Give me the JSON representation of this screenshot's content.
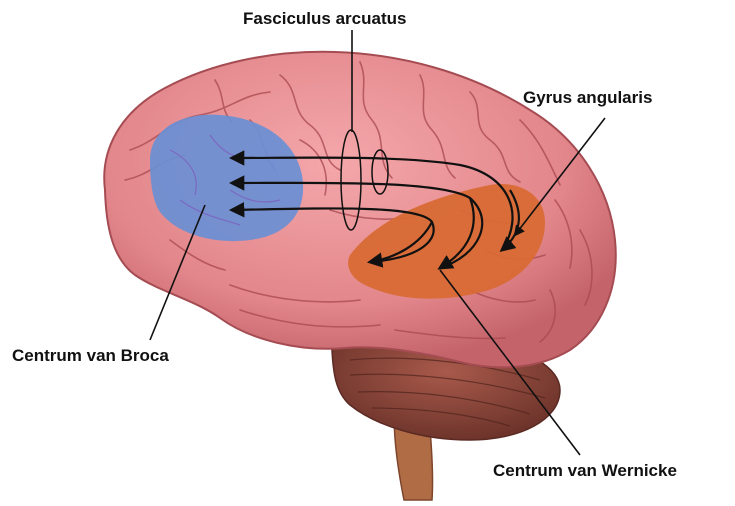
{
  "diagram": {
    "labels": {
      "fasciculus": "Fasciculus arcuatus",
      "gyrus": "Gyrus angularis",
      "broca": "Centrum van Broca",
      "wernicke": "Centrum van Wernicke"
    }
  },
  "colors": {
    "background": "#ffffff",
    "cortex": "#e58a8e",
    "cortex_dark": "#b8555b",
    "cerebellum": "#8e4a3e",
    "brainstem": "#a6613f",
    "broca_area": "#6a8fd4",
    "wernicke_area": "#d86a34",
    "arrow": "#111111"
  }
}
